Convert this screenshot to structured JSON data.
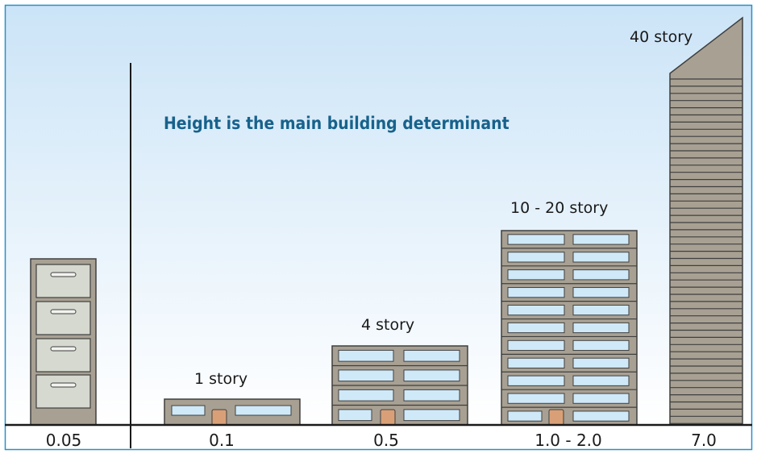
{
  "title": "Height is the main building determinant",
  "colors": {
    "frame": "#2a8fca",
    "sky_top": "#cbe4f7",
    "sky_bottom": "#ffffff",
    "building_fill": "#a8a193",
    "building_stroke": "#3f3f3f",
    "window_fill": "#cfe9f8",
    "door_fill": "#d9a077",
    "cabinet_fill": "#a8a193",
    "drawer_fill": "#d5d9d0",
    "title_color": "#17628c"
  },
  "items": [
    {
      "id": "cabinet",
      "label": "",
      "value": "0.05",
      "icon": "file-cabinet-icon"
    },
    {
      "id": "one-story",
      "label": "1 story",
      "value": "0.1",
      "icon": "one-story-building-icon"
    },
    {
      "id": "four-story",
      "label": "4 story",
      "value": "0.5",
      "icon": "four-story-building-icon"
    },
    {
      "id": "mid-rise",
      "label": "10 - 20 story",
      "value": "1.0 - 2.0",
      "icon": "mid-rise-building-icon"
    },
    {
      "id": "tower",
      "label": "40 story",
      "value": "7.0",
      "icon": "skyscraper-icon"
    }
  ]
}
